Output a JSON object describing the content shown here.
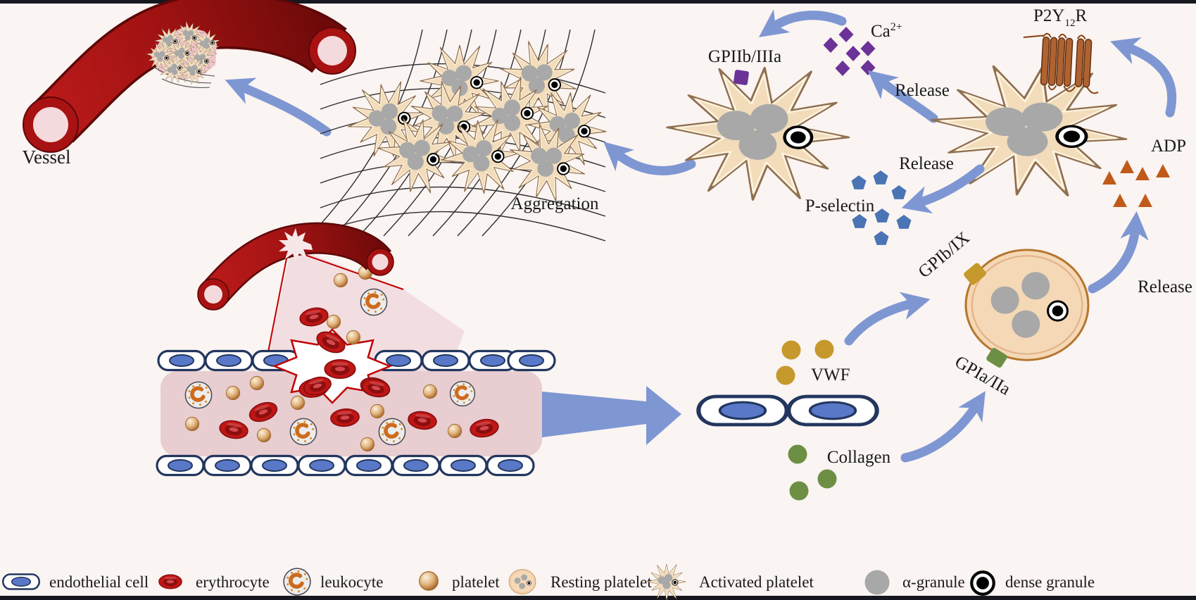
{
  "figure": {
    "description": "Platelet adhesion, activation, release and aggregation at an injured vessel"
  },
  "labels": {
    "vessel": "Vessel",
    "aggregation": "Aggregation",
    "gpiib_iiia": "GPIIb/IIIa",
    "ca_base": "Ca",
    "ca_sup": "2+",
    "p2y_base": "P2Y",
    "p2y_sub": "12",
    "p2y_end": "R",
    "release_to_ca": "Release",
    "release_to_pselectin": "Release",
    "release_to_adp": "Release",
    "adp": "ADP",
    "p_selectin": "P-selectin",
    "gpib_ix": "GPIb/IX",
    "gpia_iia": "GPIa/IIa",
    "vwf": "VWF",
    "collagen": "Collagen"
  },
  "legend": {
    "items": [
      {
        "label": "endothelial cell"
      },
      {
        "label": "erythrocyte"
      },
      {
        "label": "leukocyte"
      },
      {
        "label": "platelet"
      },
      {
        "label": "Resting platelet"
      },
      {
        "label": "Activated platelet"
      },
      {
        "label": "α-granule"
      },
      {
        "label": "dense granule"
      }
    ]
  },
  "colors": {
    "background": "#faf4f2",
    "frame": "#17171f",
    "arrow_blue": "#7e97d3",
    "star_fill": "#f2dcba",
    "granule_gray": "#a8a8a8",
    "receptor_purple": "#6b3297",
    "pselectin_blue": "#4a74b4",
    "adp_orange": "#c05a1a",
    "receptor_brown": "#b06331",
    "vwf_gold": "#c5992b",
    "collagen_green": "#6d8f44",
    "vessel_red": "#a41515",
    "rbc_red": "#bf1616",
    "endothelial_blue": "#5a78c8",
    "lumen_pink": "#e8cdd1"
  }
}
